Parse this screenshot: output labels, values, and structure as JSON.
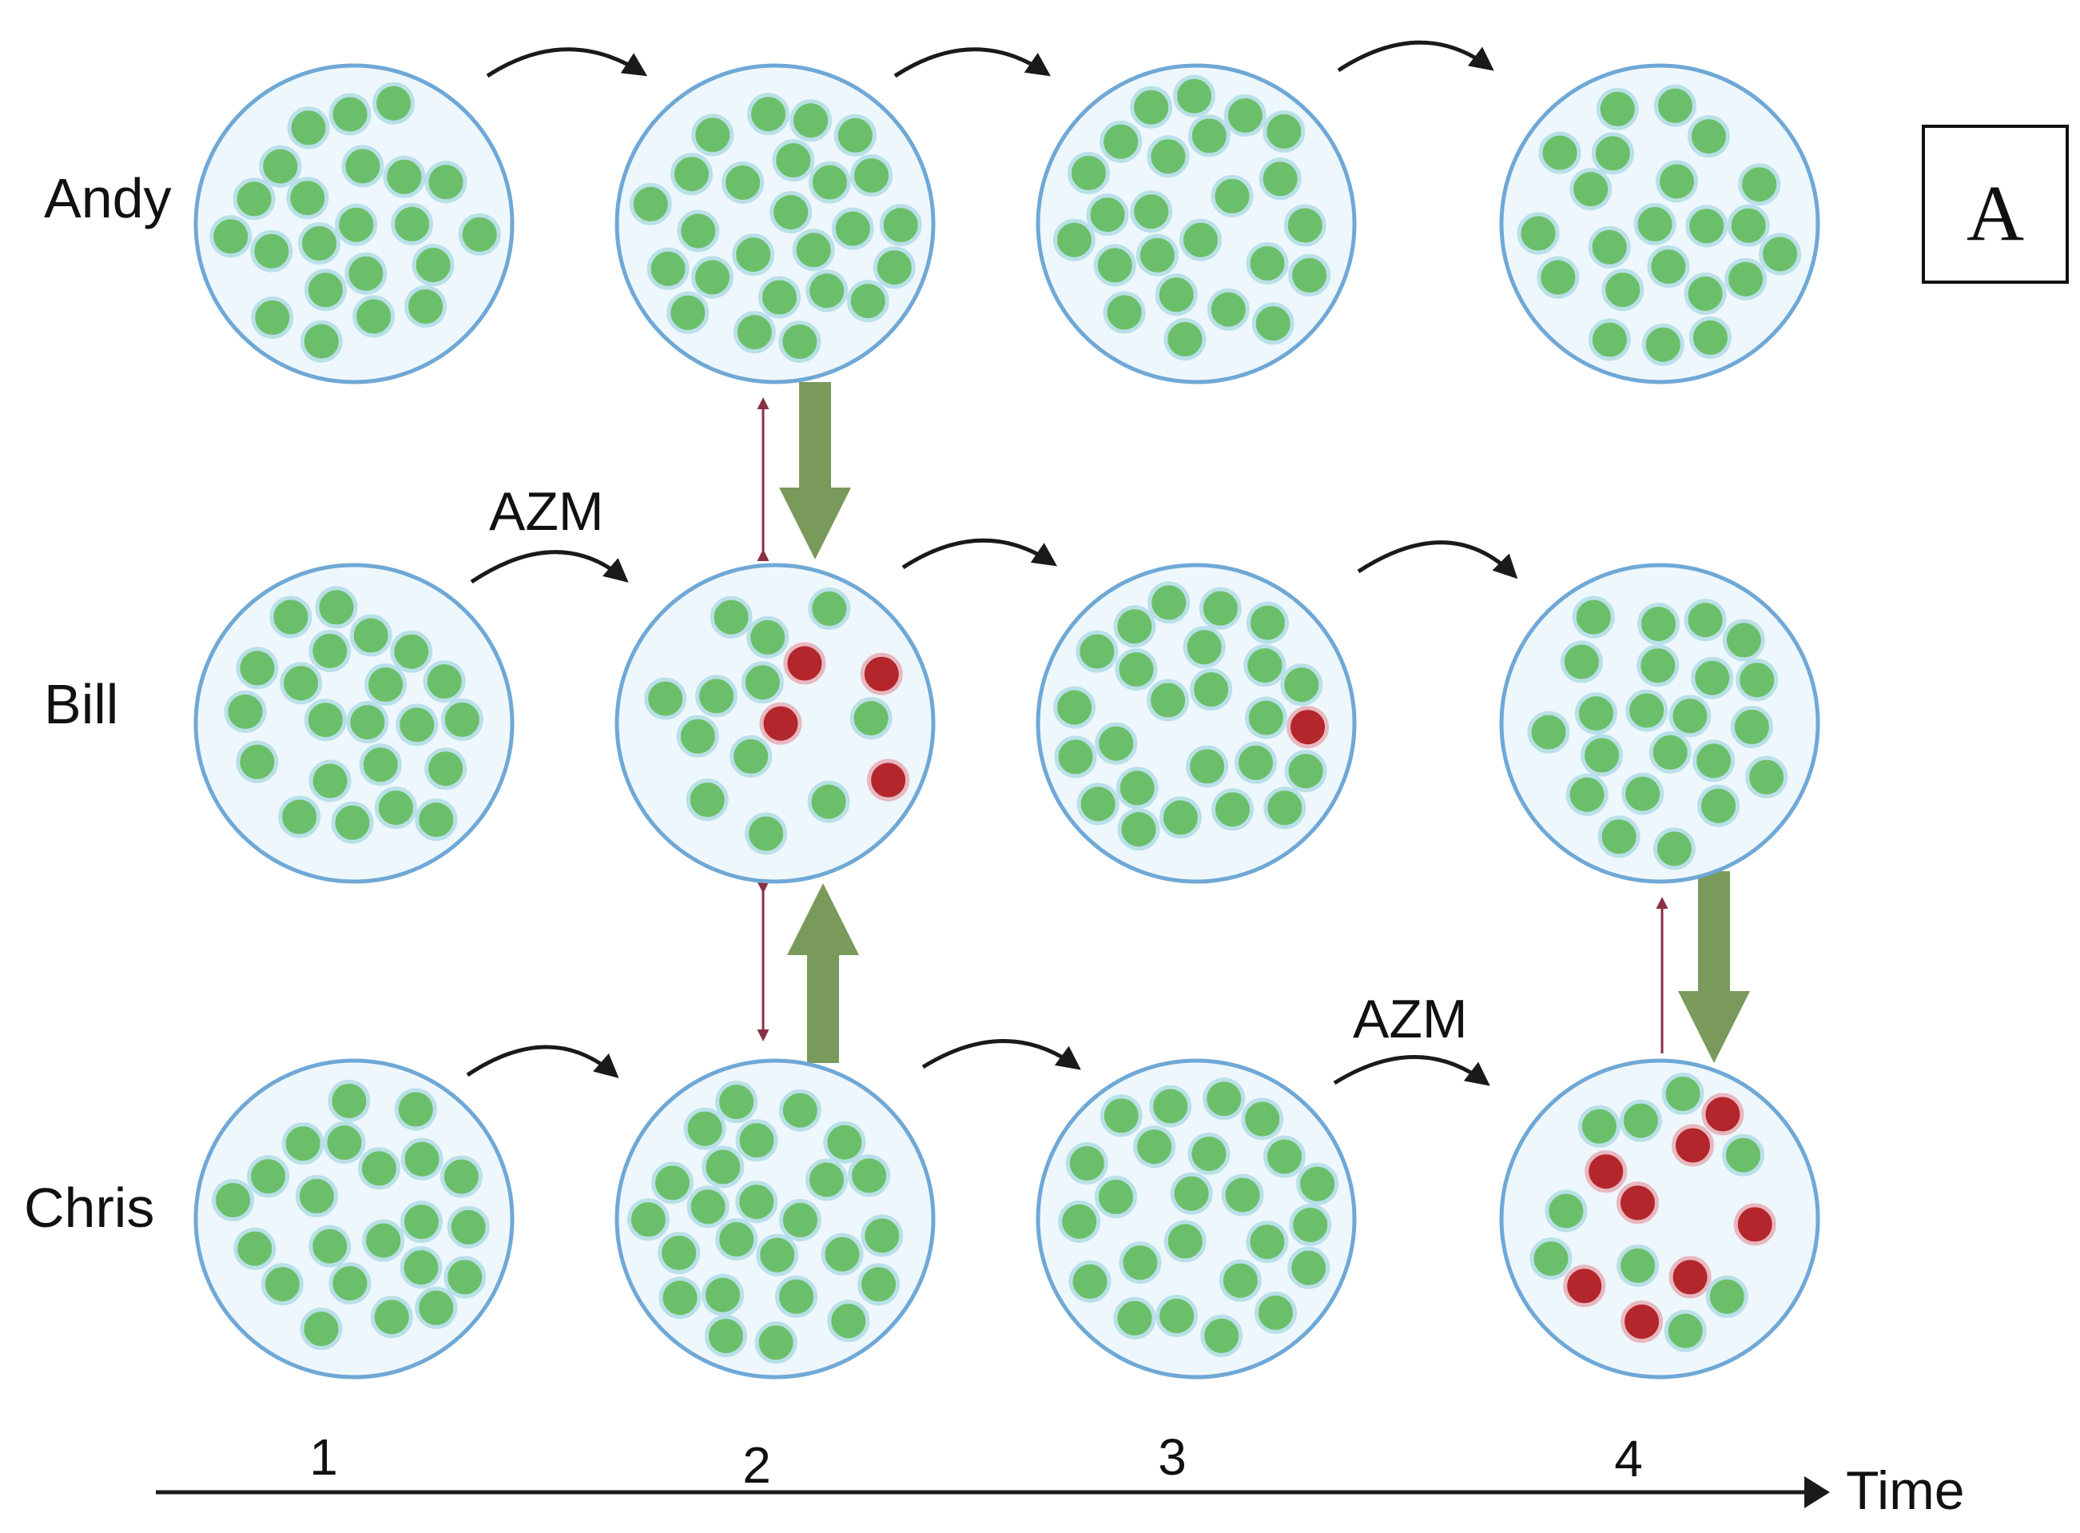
{
  "rows": [
    {
      "id": "andy",
      "name": "Andy"
    },
    {
      "id": "bill",
      "name": "Bill"
    },
    {
      "id": "chris",
      "name": "Chris"
    }
  ],
  "treatment_labels": [
    "AZM",
    "AZM"
  ],
  "timepoints": [
    "1",
    "2",
    "3",
    "4"
  ],
  "axis_label": "Time",
  "panel_label": "A",
  "colors": {
    "susceptible_cell": "#6cbf6a",
    "resistant_cell": "#b3262c",
    "dish_fill": "#eef7fc",
    "dish_stroke": "#6fa8d6",
    "transmission_arrow": "#7a9a5c",
    "thin_arrow": "#8b2f45",
    "time_arrow": "#1a1a1a"
  },
  "populations": {
    "andy": {
      "1": {
        "susceptible": 22,
        "resistant": 0
      },
      "2": {
        "susceptible": 28,
        "resistant": 0
      },
      "3": {
        "susceptible": 24,
        "resistant": 0
      },
      "4": {
        "susceptible": 22,
        "resistant": 0
      }
    },
    "bill": {
      "1": {
        "susceptible": 22,
        "resistant": 0
      },
      "2": {
        "susceptible": 12,
        "resistant": 4
      },
      "3": {
        "susceptible": 24,
        "resistant": 1
      },
      "4": {
        "susceptible": 22,
        "resistant": 0
      }
    },
    "chris": {
      "1": {
        "susceptible": 22,
        "resistant": 0
      },
      "2": {
        "susceptible": 26,
        "resistant": 0
      },
      "3": {
        "susceptible": 24,
        "resistant": 0
      },
      "4": {
        "susceptible": 9,
        "resistant": 8
      }
    }
  }
}
